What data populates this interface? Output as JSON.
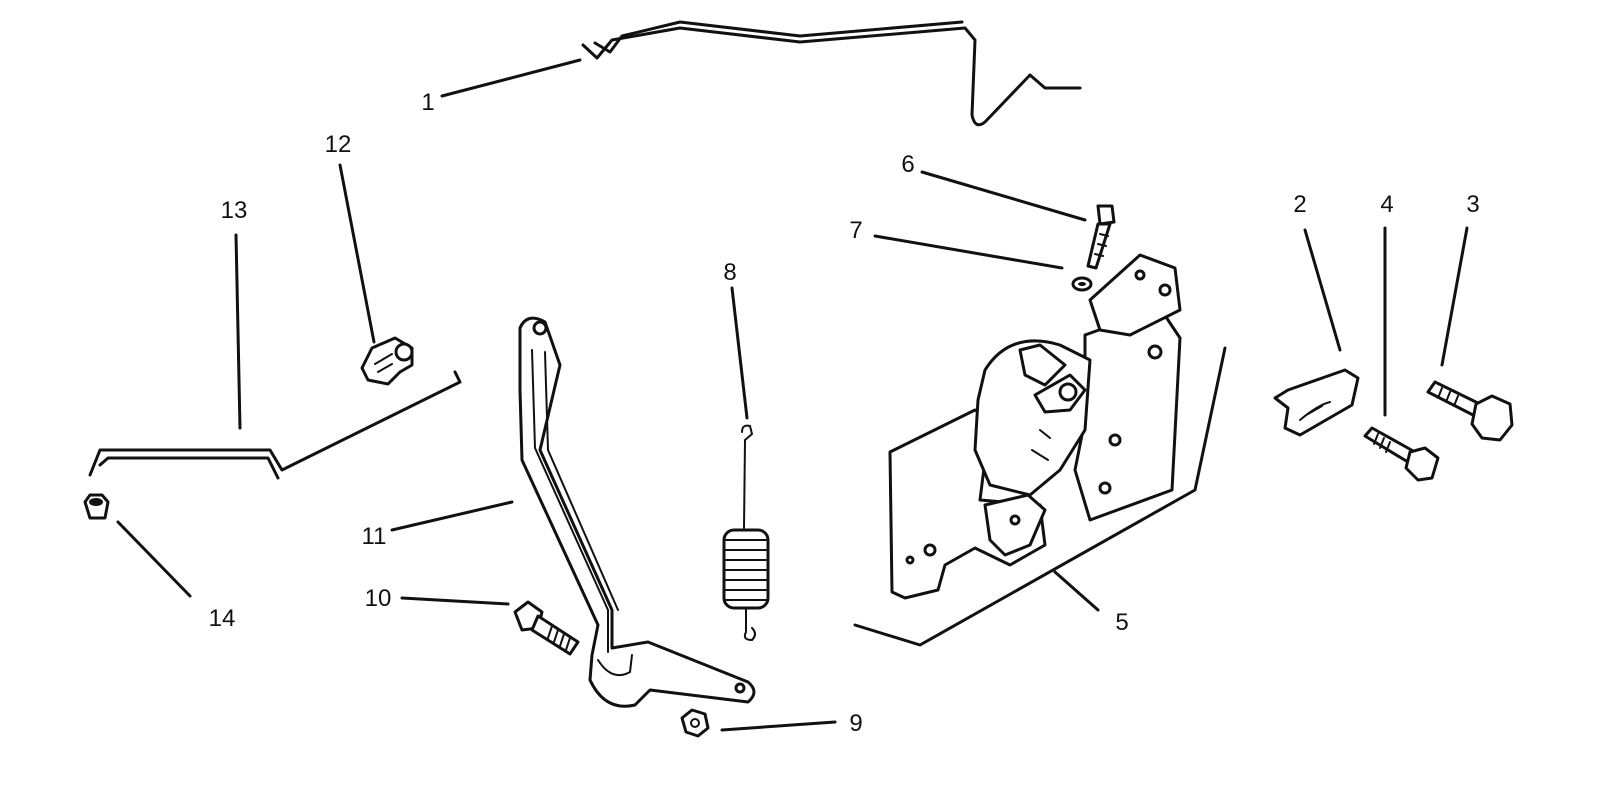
{
  "callouts": {
    "c1": "1",
    "c2": "2",
    "c3": "3",
    "c4": "4",
    "c5": "5",
    "c6": "6",
    "c7": "7",
    "c8": "8",
    "c9": "9",
    "c10": "10",
    "c11": "11",
    "c12": "12",
    "c13": "13",
    "c14": "14"
  },
  "colors": {
    "ink": "#111111",
    "background": "#ffffff"
  }
}
